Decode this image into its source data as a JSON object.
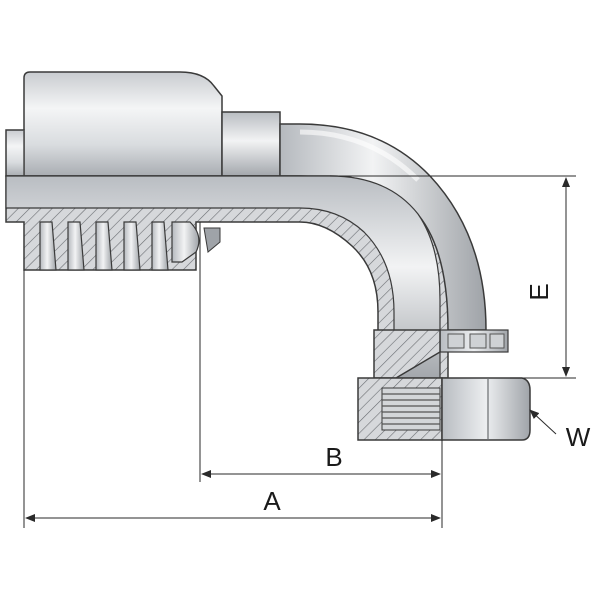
{
  "labels": {
    "a": "A",
    "b": "B",
    "e": "E",
    "w": "W"
  },
  "colors": {
    "metal_light": "#e6e8ea",
    "metal_mid": "#bfc2c6",
    "metal_dark": "#8e9297",
    "outline": "#3a3a3a",
    "dimension_line": "#2a2a2a"
  }
}
